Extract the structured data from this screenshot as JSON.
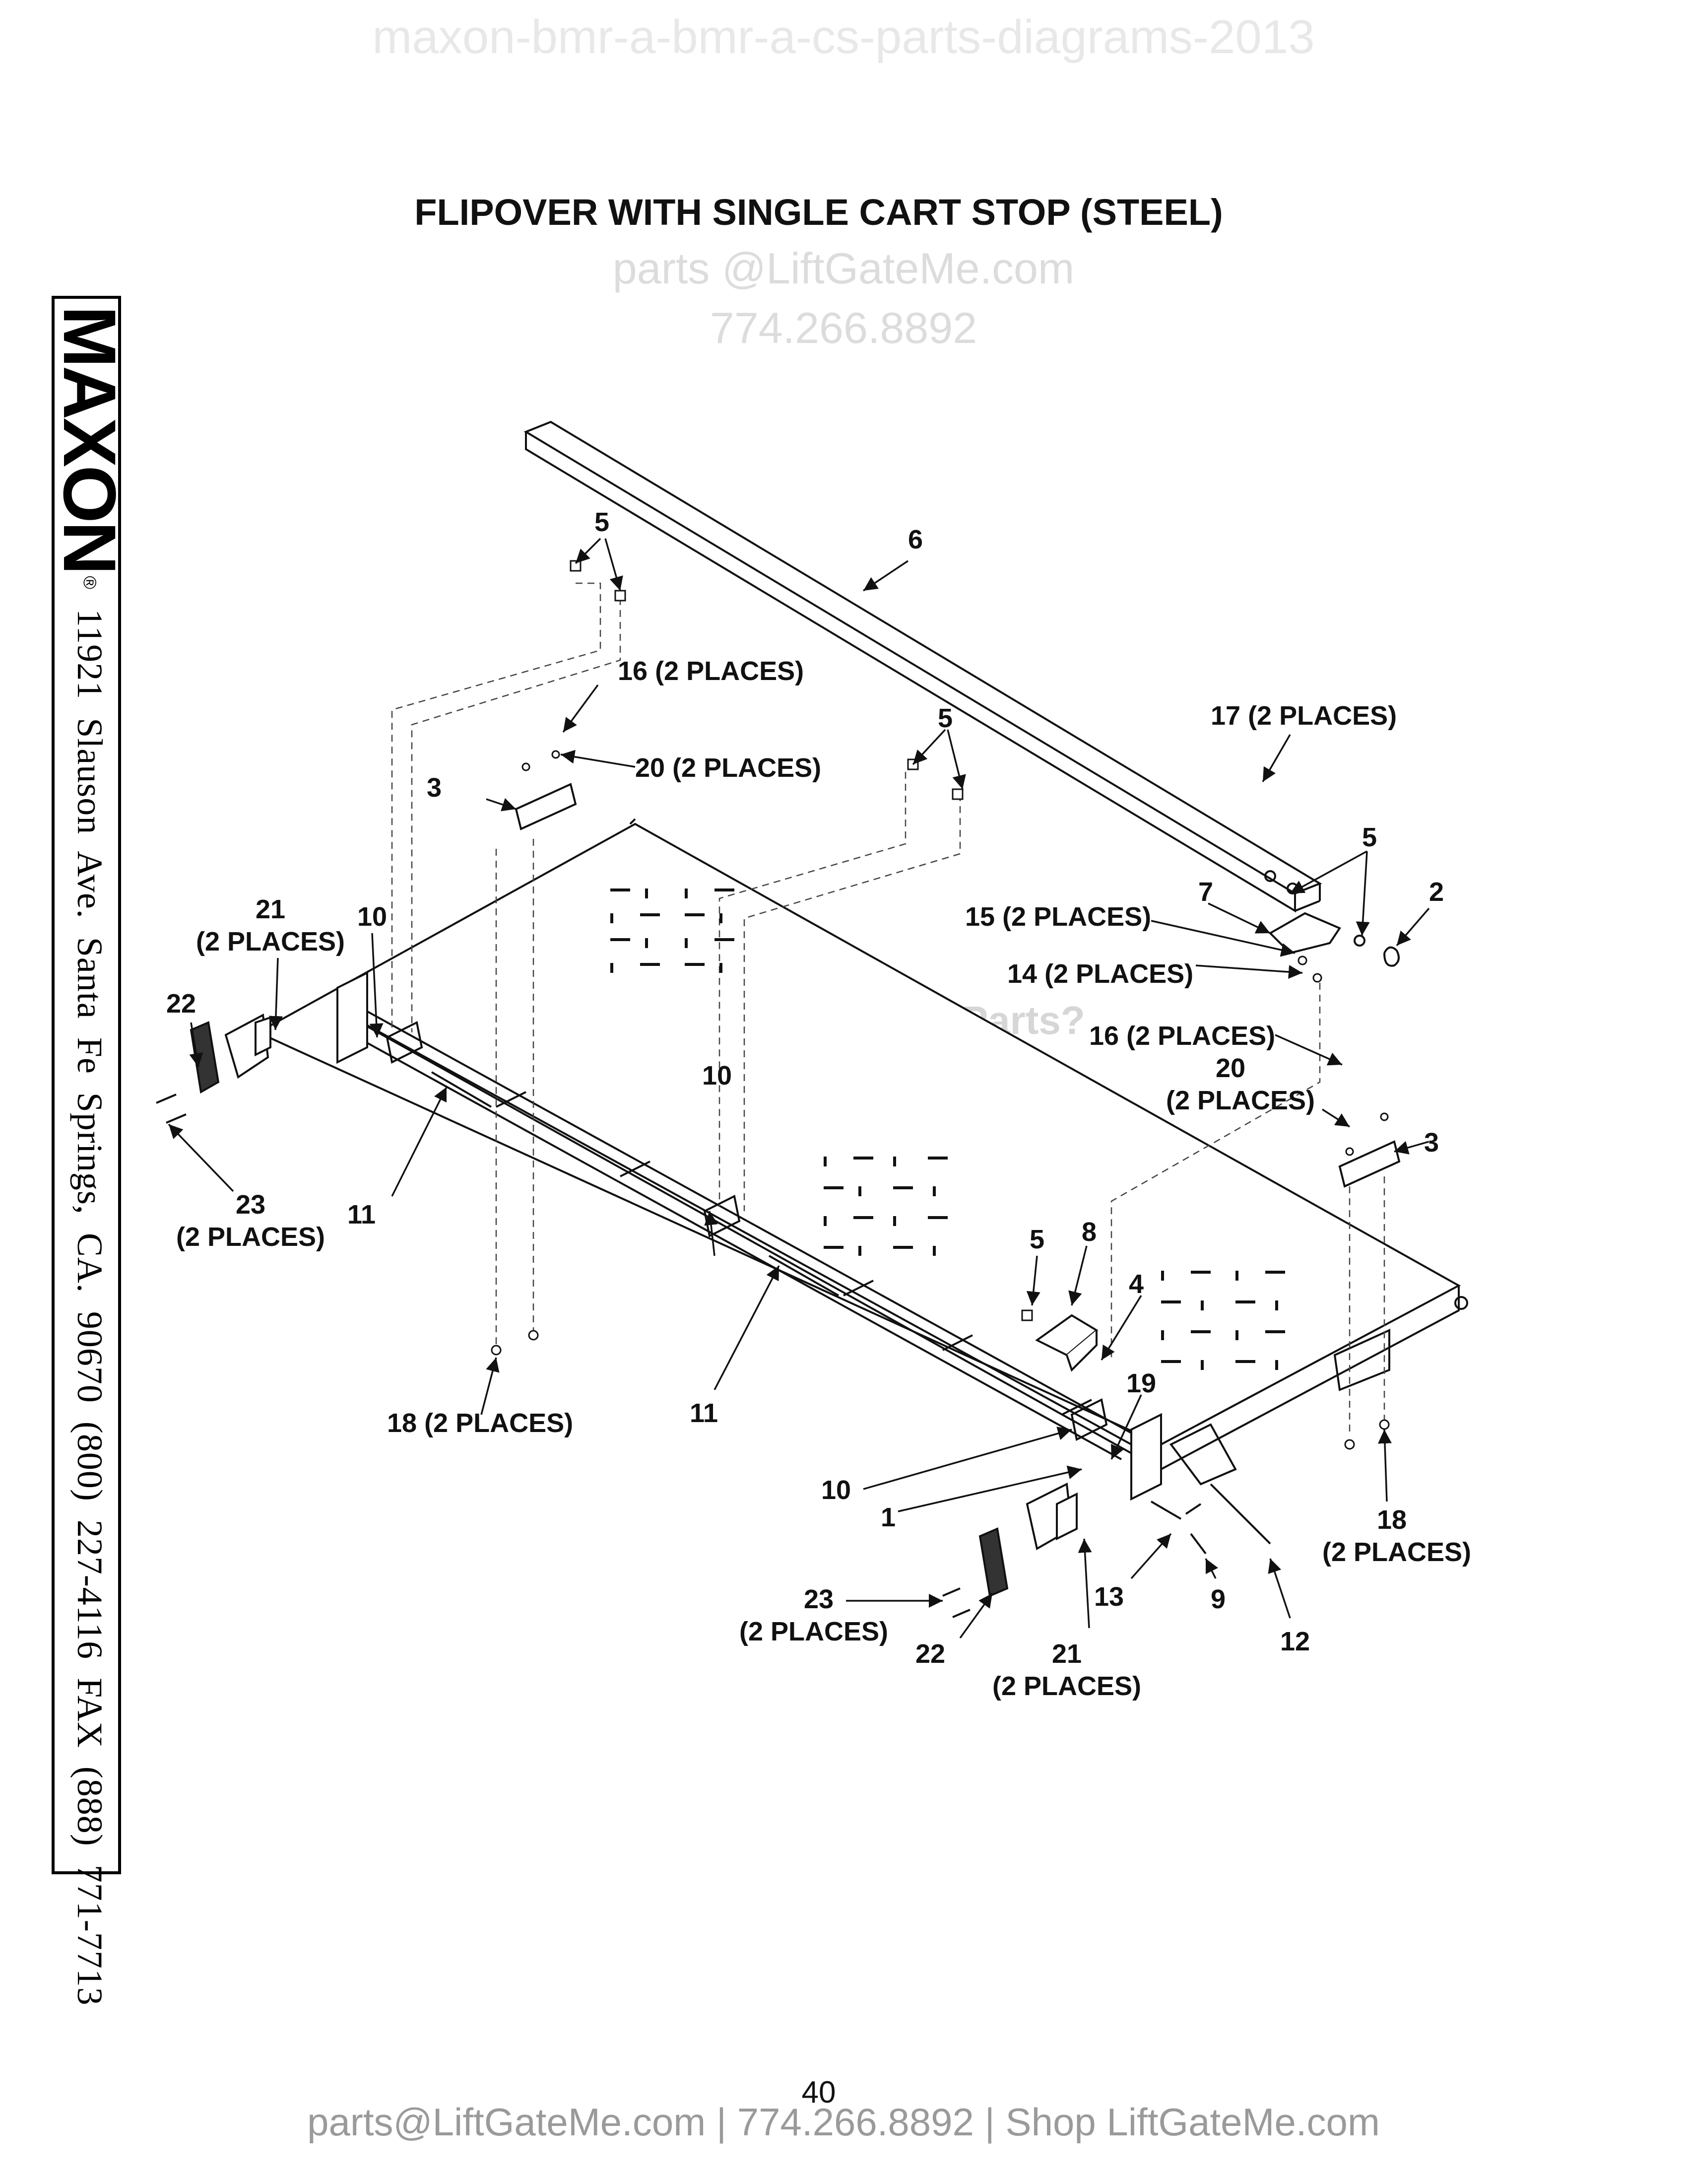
{
  "header": {
    "watermark": "maxon-bmr-a-bmr-a-cs-parts-diagrams-2013",
    "title": "FLIPOVER WITH SINGLE CART STOP (STEEL)"
  },
  "watermarks": {
    "email": "parts @LiftGateMe.com",
    "phone": "774.266.8892",
    "help": "Need Help Finding Parts?"
  },
  "sidebar": {
    "brand": "MAXON",
    "registered": "®",
    "address": "11921 Slauson Ave.  Santa Fe Springs, CA.  90670  (800) 227-4116  FAX (888) 771-7713"
  },
  "callouts": {
    "c1": "1",
    "c2": "2",
    "c3a": "3",
    "c3b": "3",
    "c4": "4",
    "c5a": "5",
    "c5b": "5",
    "c5c": "5",
    "c5d": "5",
    "c6": "6",
    "c7": "7",
    "c8": "8",
    "c9": "9",
    "c10a": "10",
    "c10b": "10",
    "c10c": "10",
    "c11a": "11",
    "c11b": "11",
    "c12": "12",
    "c13": "13",
    "c14": "14 (2 PLACES)",
    "c15": "15 (2 PLACES)",
    "c16a": "16 (2 PLACES)",
    "c16b": "16 (2 PLACES)",
    "c17": "17 (2 PLACES)",
    "c18a": "18 (2 PLACES)",
    "c18b_num": "18",
    "c18b_places": "(2 PLACES)",
    "c19": "19",
    "c20a": "20 (2 PLACES)",
    "c20b_num": "20",
    "c20b_places": "(2 PLACES)",
    "c21a_num": "21",
    "c21a_places": "(2 PLACES)",
    "c21b_num": "21",
    "c21b_places": "(2 PLACES)",
    "c22a": "22",
    "c22b": "22",
    "c23a_num": "23",
    "c23a_places": "(2 PLACES)",
    "c23b_num": "23",
    "c23b_places": "(2 PLACES)"
  },
  "footer": {
    "page_number": "40",
    "contact_line": "parts@LiftGateMe.com | 774.266.8892 | Shop LiftGateMe.com"
  }
}
